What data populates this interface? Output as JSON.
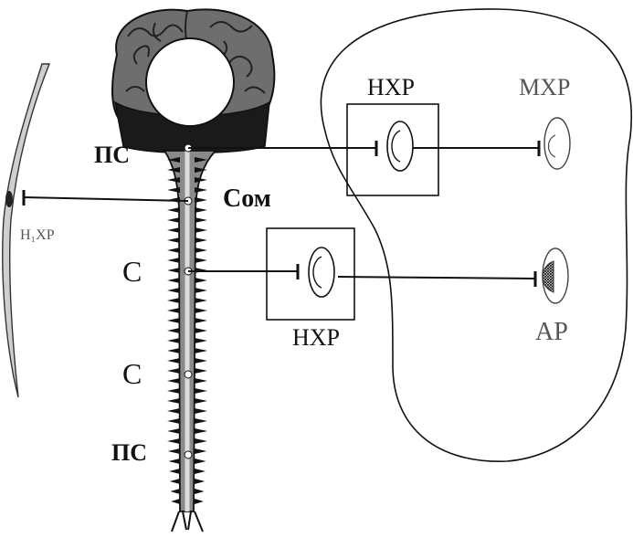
{
  "colors": {
    "ink": "#111111",
    "brain_gray": "#6e6e6e",
    "brain_dark": "#1a1a1a",
    "cord_gray": "#8a8a8a",
    "label_gray": "#555555",
    "background": "#ffffff"
  },
  "labels": {
    "ps_top": "ПС",
    "som": "Сом",
    "s_upper": "С",
    "s_lower": "С",
    "ps_bottom": "ПС",
    "nkhr_top": "НХР",
    "mkhr": "МХР",
    "nkhr_lower": "НХР",
    "ar": "АР",
    "n1khr": "Н₁ХР"
  }
}
